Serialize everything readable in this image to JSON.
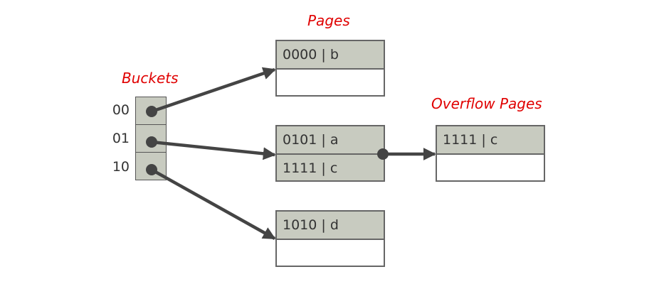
{
  "labels": {
    "pages": "Pages",
    "buckets": "Buckets",
    "overflow": "Overflow Pages"
  },
  "buckets": [
    "00",
    "01",
    "10"
  ],
  "pages": [
    {
      "rows": [
        "0000 | b",
        ""
      ]
    },
    {
      "rows": [
        "0101 | a",
        "1111 | c"
      ]
    },
    {
      "rows": [
        "1010 | d",
        ""
      ]
    }
  ],
  "overflow_pages": [
    {
      "rows": [
        "1111 | c",
        ""
      ]
    }
  ],
  "colors": {
    "label": "#e00000",
    "cell_fill": "#c8cbc0",
    "border": "#666666",
    "arrow": "#444444"
  }
}
